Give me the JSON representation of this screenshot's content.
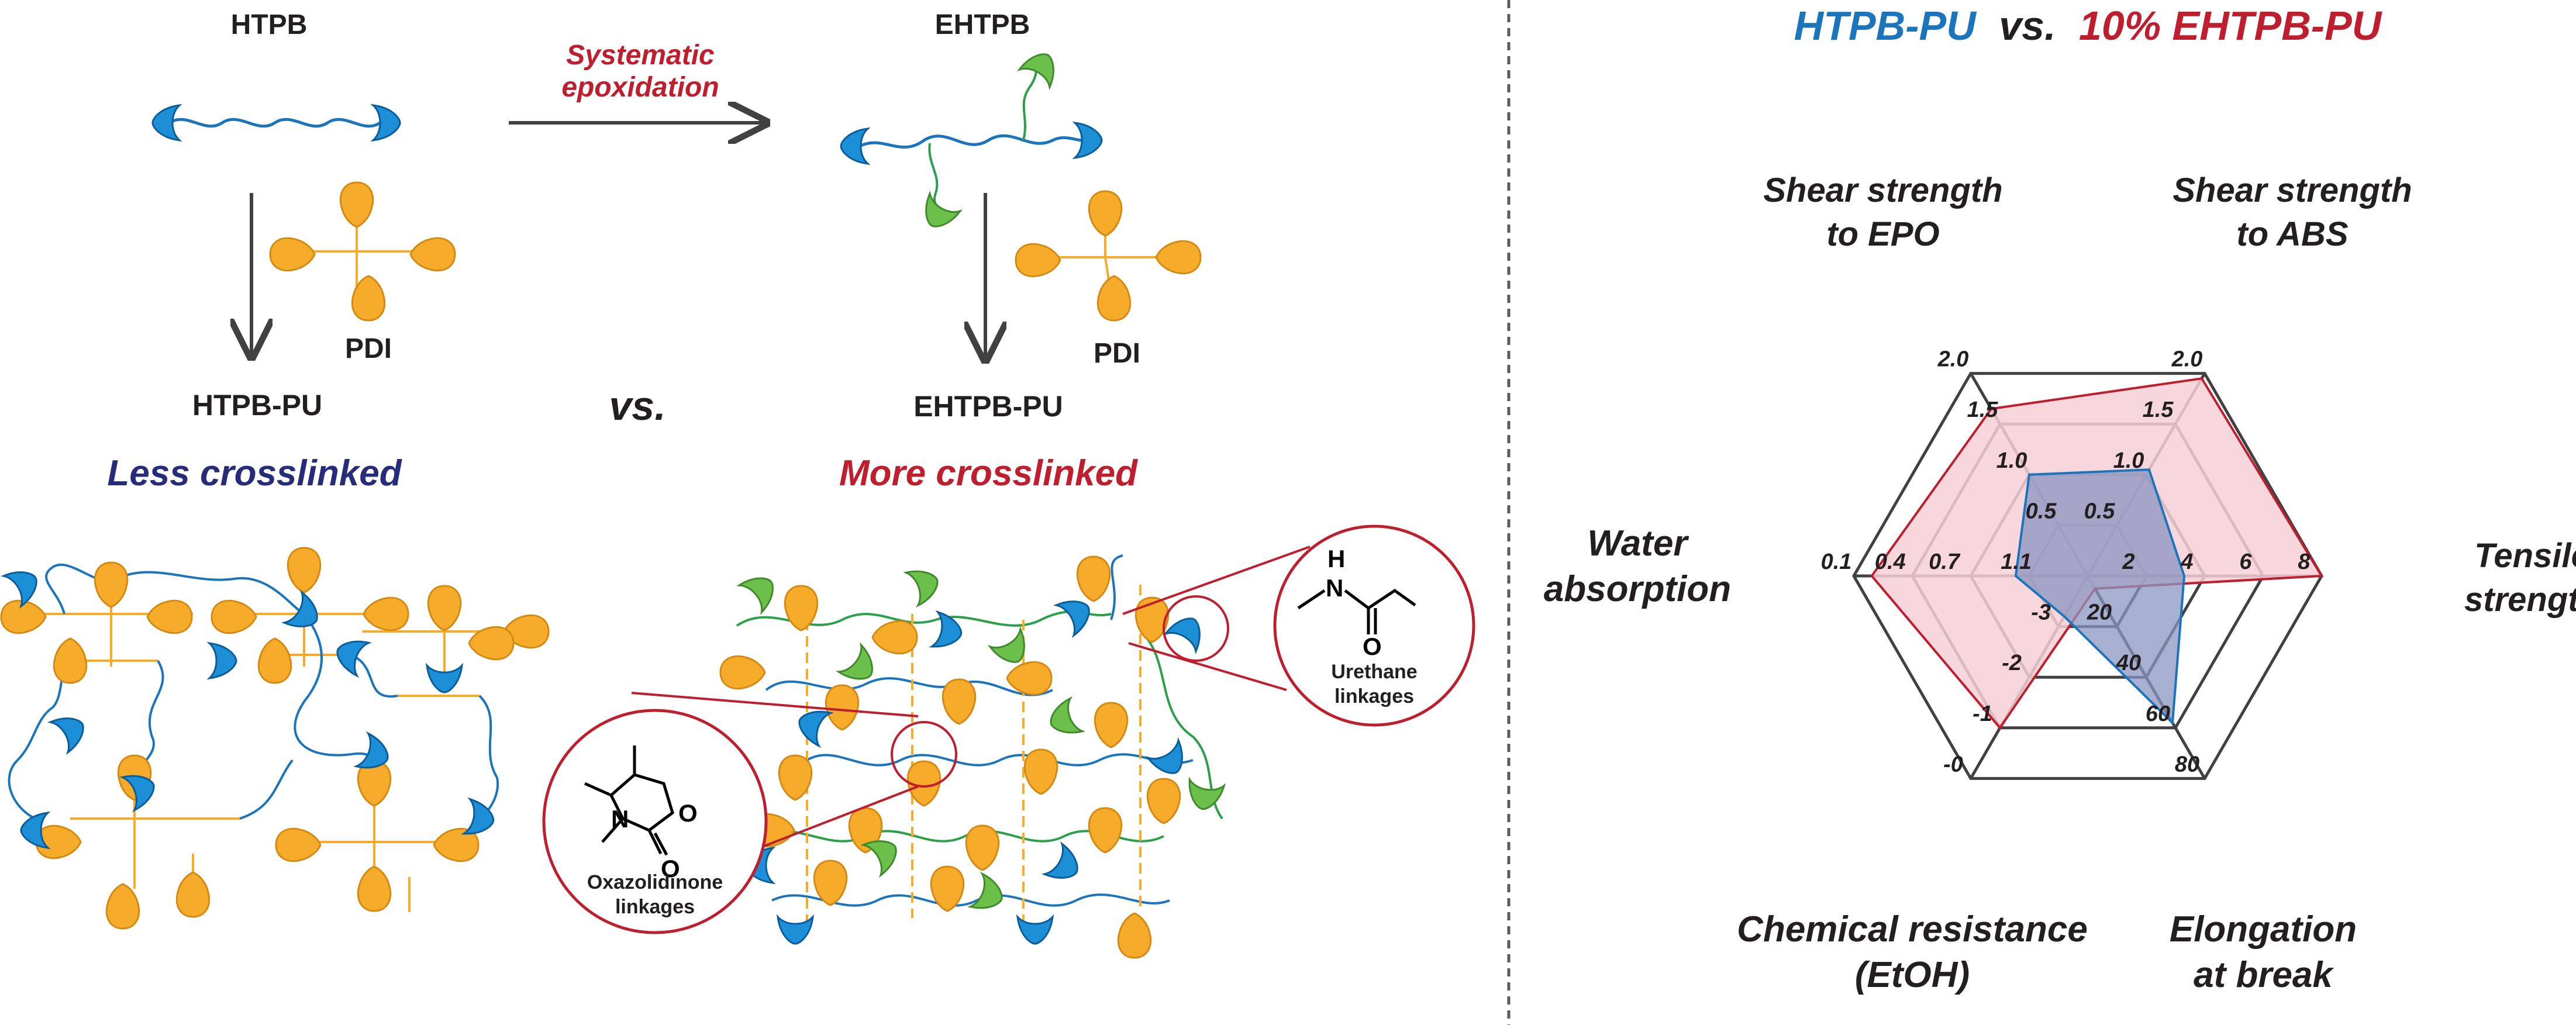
{
  "left_panel": {
    "htpb": "HTPB",
    "ehtpb": "EHTPB",
    "arrow_label_line1": "Systematic",
    "arrow_label_line2": "epoxidation",
    "pdi_left": "PDI",
    "pdi_right": "PDI",
    "htpb_pu": "HTPB-PU",
    "ehtpb_pu": "EHTPB-PU",
    "vs": "vs.",
    "less_crosslinked": "Less crosslinked",
    "more_crosslinked": "More crosslinked",
    "oxazolidinone_line1": "Oxazolidinone",
    "oxazolidinone_line2": "linkages",
    "urethane_line1": "Urethane",
    "urethane_line2": "linkages",
    "atom_o1": "O",
    "atom_o2": "O",
    "atom_n": "N",
    "atom_uo": "O",
    "atom_un": "N",
    "atom_uh": "H"
  },
  "colors": {
    "htpb_blue": "#1b75bc",
    "ehtpb_red": "#be1e2d",
    "less_navy": "#262c7a",
    "end_group_blue": "#1c8fd6",
    "epoxide_green": "#6cbf4a",
    "pdi_orange": "#f6ac2a",
    "htpb_fill": "#8a95c0",
    "ehtpb_fill": "#f6cfd6"
  },
  "chart_data": {
    "type": "radar",
    "title_part1": "HTPB-PU",
    "title_vs": "vs.",
    "title_part2": "10% EHTPB-PU",
    "axes": [
      {
        "label_line1": "Shear strength",
        "label_line2": "to ABS",
        "ticks": [
          "1.0",
          "1.5",
          "2.0"
        ],
        "inner_tick": "0.5",
        "range": [
          0,
          2.0
        ]
      },
      {
        "label_line1": "Tensile",
        "label_line2": "strength",
        "ticks": [
          "2",
          "4",
          "6",
          "8"
        ],
        "range": [
          0,
          8
        ]
      },
      {
        "label_line1": "Elongation",
        "label_line2": "at break",
        "ticks": [
          "20",
          "40",
          "60",
          "80"
        ],
        "range": [
          0,
          80
        ]
      },
      {
        "label_line1": "Chemical resistance",
        "label_line2": "(EtOH)",
        "ticks": [
          "-3",
          "-2",
          "-1",
          "-0"
        ],
        "range": [
          -4,
          0
        ]
      },
      {
        "label_line1": "Water",
        "label_line2": "absorption",
        "ticks": [
          "1.1",
          "0.7",
          "0.4",
          "0.1"
        ],
        "range": [
          1.4,
          0.1
        ]
      },
      {
        "label_line1": "Shear strength",
        "label_line2": "to EPO",
        "ticks": [
          "1.0",
          "1.5",
          "2.0"
        ],
        "inner_tick": "0.5",
        "range": [
          0,
          2.0
        ]
      }
    ],
    "series": [
      {
        "name": "HTPB-PU",
        "values": [
          1.05,
          3.3,
          58,
          -3.2,
          1.0,
          1.0
        ]
      },
      {
        "name": "10% EHTPB-PU",
        "values": [
          1.95,
          8.0,
          5,
          -1.0,
          0.2,
          1.65
        ]
      }
    ]
  }
}
